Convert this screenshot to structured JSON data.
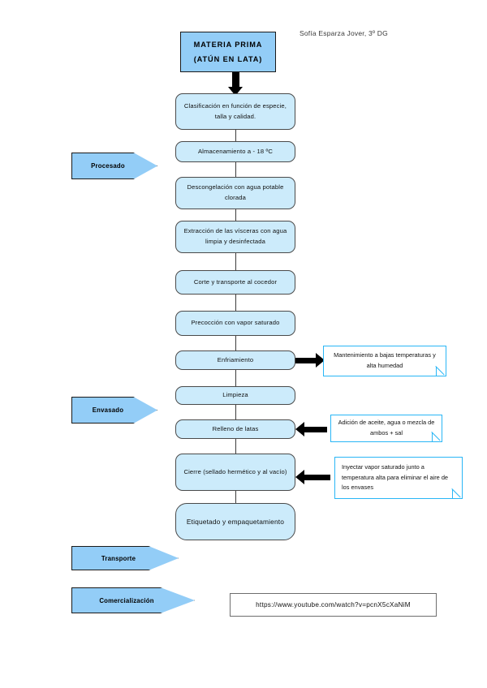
{
  "meta": {
    "author_line": "Sofía Esparza Jover, 3º DG",
    "colors": {
      "header_fill": "#93CDF7",
      "process_fill": "#CCEBFB",
      "stage_fill": "#93CDF7",
      "note_border": "#29B6F6",
      "arrow_black": "#000000",
      "process_border": "#4a4a4a"
    }
  },
  "header": {
    "line1": "MATERIA PRIMA",
    "line2": "(ATÚN EN LATA)"
  },
  "process_steps": [
    {
      "id": "clasificacion",
      "label": "Clasificación en función de especie, talla y calidad."
    },
    {
      "id": "almacenamiento",
      "label": "Almacenamiento a - 18 ºC"
    },
    {
      "id": "descongelacion",
      "label": "Descongelación con agua potable clorada"
    },
    {
      "id": "extraccion",
      "label": "Extracción de las vísceras con agua limpia y desinfectada"
    },
    {
      "id": "corte",
      "label": "Corte y transporte al cocedor"
    },
    {
      "id": "precoccion",
      "label": "Precocción con vapor saturado"
    },
    {
      "id": "enfriamiento",
      "label": "Enfriamiento"
    },
    {
      "id": "limpieza",
      "label": "Limpieza"
    },
    {
      "id": "relleno",
      "label": "Relleno de latas"
    },
    {
      "id": "cierre",
      "label": "Cierre (sellado hermético y al vacío)"
    },
    {
      "id": "etiquetado",
      "label": "Etiquetado y empaquetamiento"
    }
  ],
  "stages": [
    {
      "id": "procesado",
      "label": "Procesado"
    },
    {
      "id": "envasado",
      "label": "Envasado"
    },
    {
      "id": "transporte",
      "label": "Transporte"
    },
    {
      "id": "comercializacion",
      "label": "Comercialización"
    }
  ],
  "notes": [
    {
      "id": "note-enfriamiento",
      "label": "Mantenimiento a bajas temperaturas y alta humedad",
      "arrow": "right"
    },
    {
      "id": "note-relleno",
      "label": "Adición de aceite, agua o mezcla de ambos + sal",
      "arrow": "left"
    },
    {
      "id": "note-cierre",
      "label": "Inyectar vapor saturado junto a temperatura alta para eliminar el aire de los envases",
      "arrow": "left"
    }
  ],
  "url": {
    "text": "https://www.youtube.com/watch?v=pcnX5cXaNiM"
  }
}
